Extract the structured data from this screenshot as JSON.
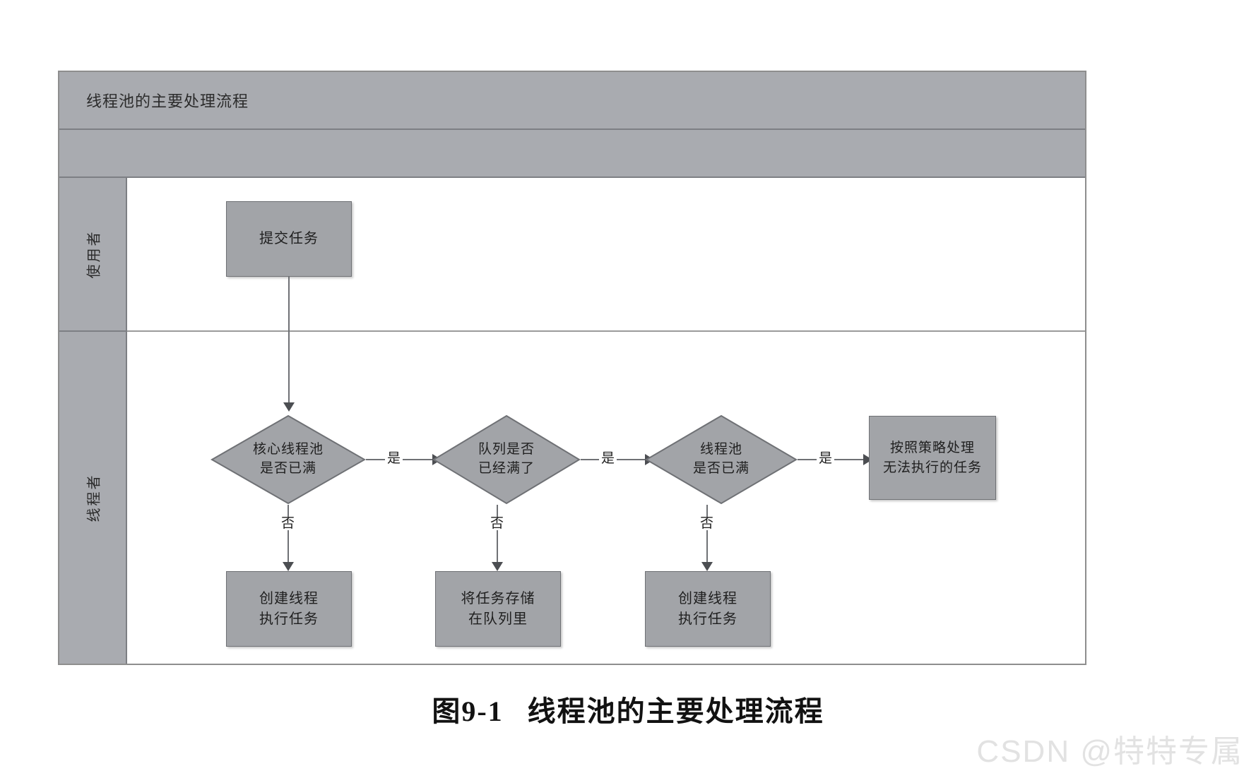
{
  "figure": {
    "caption_number": "图9-1",
    "caption_title": "线程池的主要处理流程",
    "watermark": "CSDN @特特专属"
  },
  "diagram": {
    "header_title": "线程池的主要处理流程",
    "lanes": [
      {
        "id": "user",
        "label": "使用者"
      },
      {
        "id": "thread",
        "label": "线程者"
      }
    ],
    "nodes": {
      "submit_task": "提交任务",
      "core_pool_full": "核心线程池\n是否已满",
      "core_pool_full_l1": "核心线程池",
      "core_pool_full_l2": "是否已满",
      "queue_full_l1": "队列是否",
      "queue_full_l2": "已经满了",
      "pool_full_l1": "线程池",
      "pool_full_l2": "是否已满",
      "reject_policy_l1": "按照策略处理",
      "reject_policy_l2": "无法执行的任务",
      "create_thread_a_l1": "创建线程",
      "create_thread_a_l2": "执行任务",
      "store_queue_l1": "将任务存储",
      "store_queue_l2": "在队列里",
      "create_thread_b_l1": "创建线程",
      "create_thread_b_l2": "执行任务"
    },
    "edge_labels": {
      "yes_1": "是",
      "yes_2": "是",
      "yes_3": "是",
      "no_1": "否",
      "no_2": "否",
      "no_3": "否"
    },
    "colors": {
      "band_fill": "#a9abb0",
      "node_fill": "#a2a4a8",
      "node_stroke": "#6f7175",
      "connector": "#6f7175",
      "frame_stroke": "#8e8e8e"
    }
  }
}
